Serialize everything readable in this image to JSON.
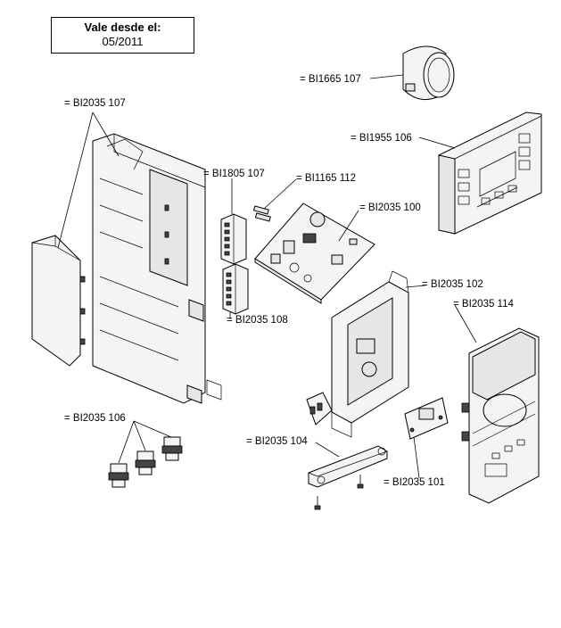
{
  "validity": {
    "line1": "Vale desde el:",
    "line2": "05/2011"
  },
  "labels": {
    "bi1665_107": "= BI1665 107",
    "bi2035_107": "= BI2035 107",
    "bi1955_106": "= BI1955 106",
    "bi1805_107": "= BI1805 107",
    "bi1165_112": "= BI1165 112",
    "bi2035_100": "= BI2035 100",
    "bi2035_108": "= BI2035 108",
    "bi2035_102": "= BI2035 102",
    "bi2035_114": "= BI2035 114",
    "bi2035_106": "= BI2035 106",
    "bi2035_104": "= BI2035 104",
    "bi2035_101": "= BI2035 101"
  }
}
